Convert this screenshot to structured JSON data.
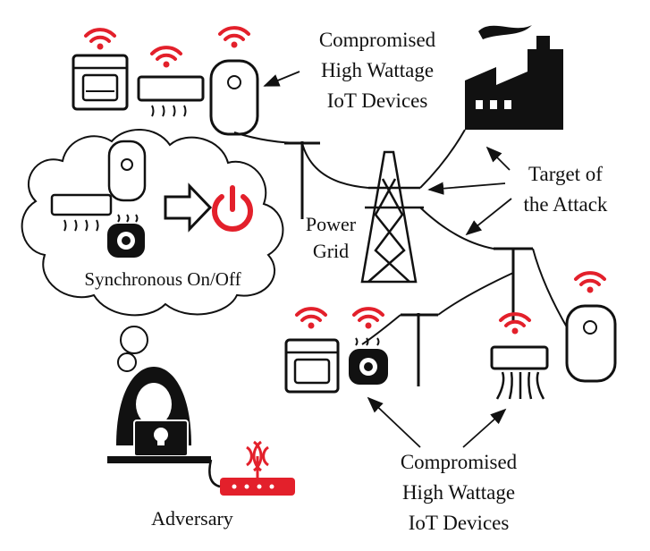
{
  "labels": {
    "compromised_top_line1": "Compromised",
    "compromised_top_line2": "High Wattage",
    "compromised_top_line3": "IoT Devices",
    "compromised_bottom_line1": "Compromised",
    "compromised_bottom_line2": "High Wattage",
    "compromised_bottom_line3": "IoT Devices",
    "target_line1": "Target of",
    "target_line2": "the Attack",
    "power_line1": "Power",
    "power_line2": "Grid",
    "synchronous": "Synchronous On/Off",
    "adversary": "Adversary"
  },
  "colors": {
    "wifi": "#e3202b",
    "power_symbol": "#e3202b",
    "router": "#e3202b",
    "ink": "#111111"
  },
  "icons": [
    "wifi-icon",
    "oven-icon",
    "air-conditioner-icon",
    "water-heater-icon",
    "space-heater-icon",
    "factory-icon",
    "transmission-tower-icon",
    "utility-pole-icon",
    "power-symbol-icon",
    "arrow-right-icon",
    "hacker-icon",
    "router-icon",
    "thought-cloud-icon"
  ]
}
